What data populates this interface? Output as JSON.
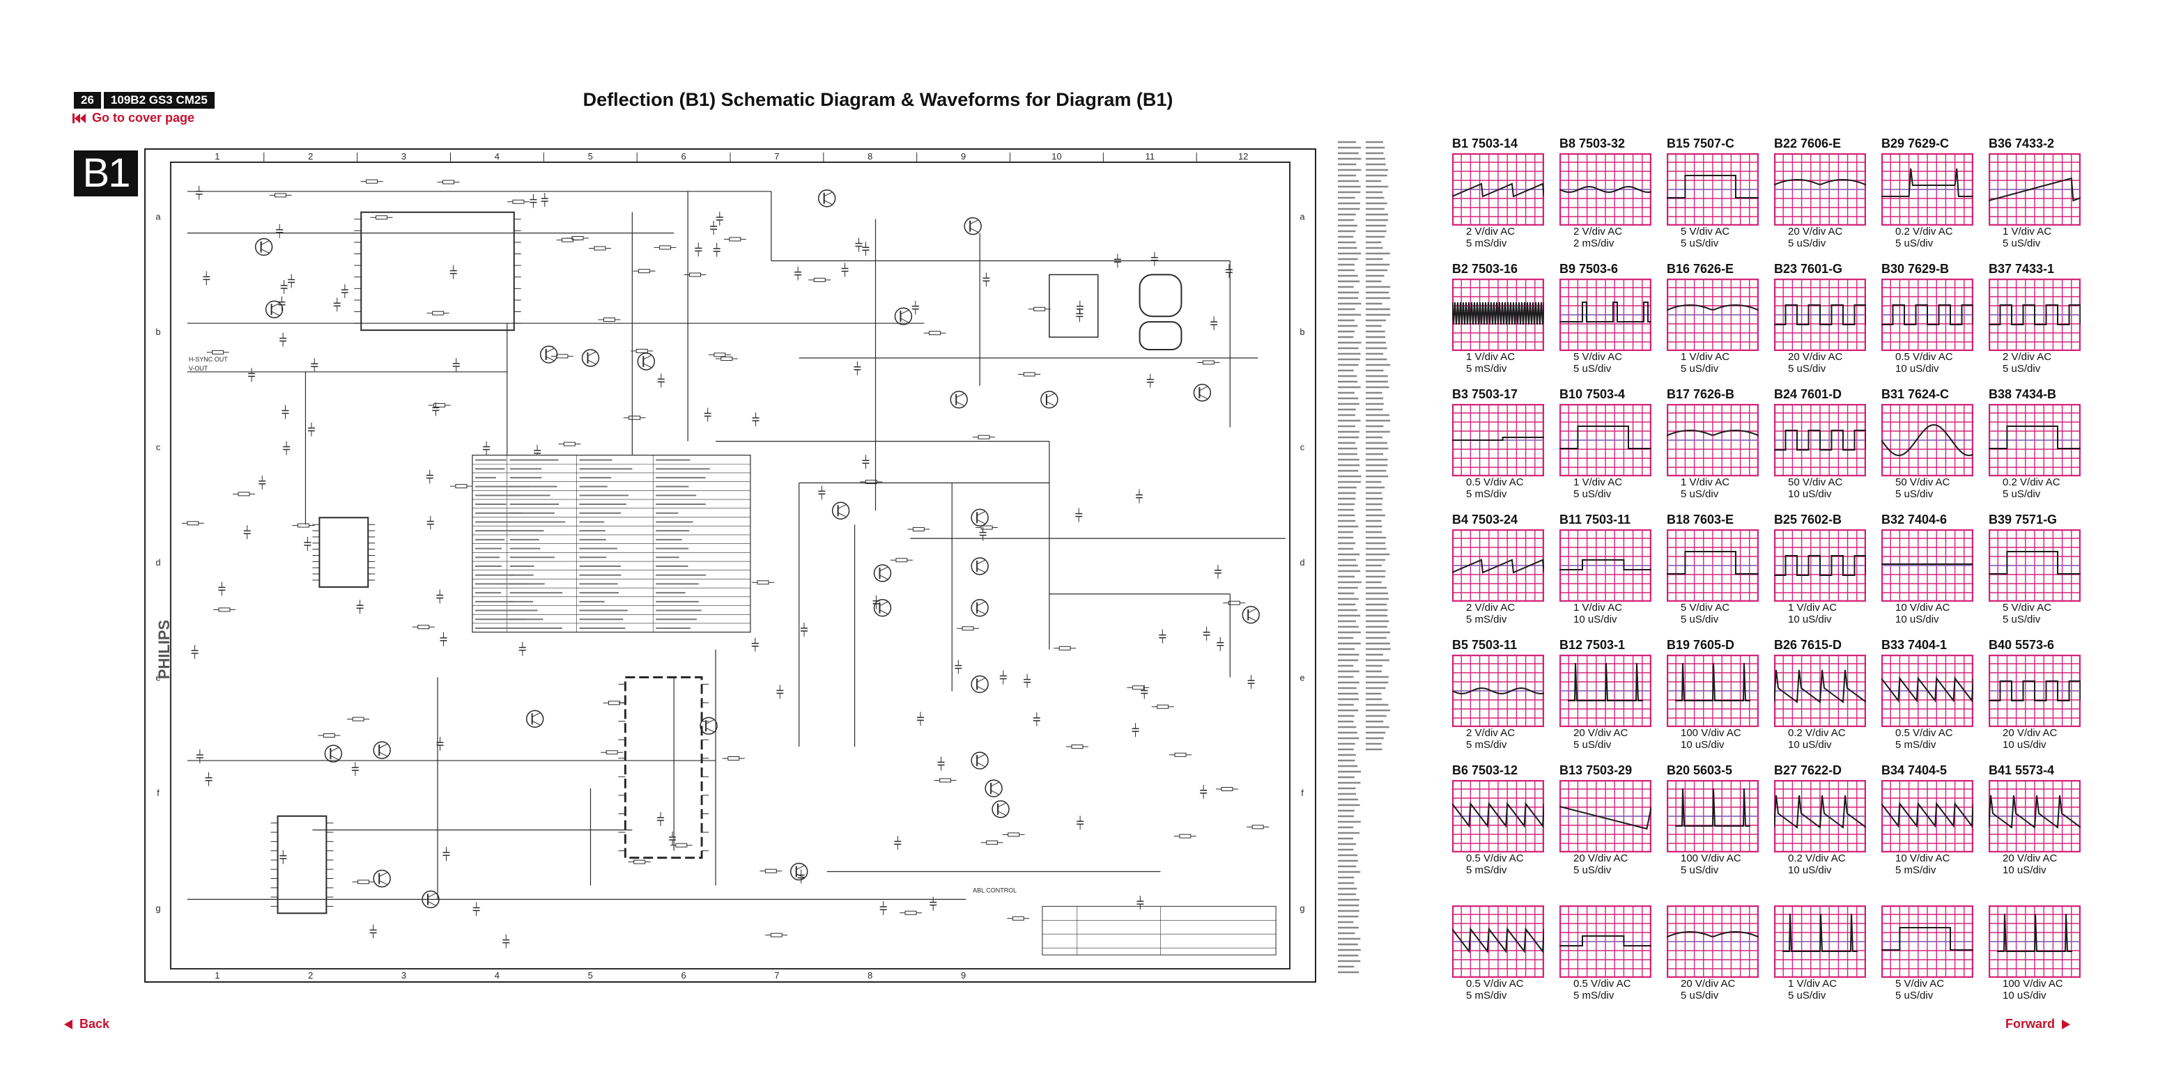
{
  "header": {
    "page_number": "26",
    "model": "109B2 GS3 CM25",
    "cover_link": "Go to cover page",
    "title": "Deflection (B1) Schematic Diagram & Waveforms for Diagram (B1)",
    "diagram_id": "B1"
  },
  "schematic": {
    "column_labels": [
      "1",
      "2",
      "3",
      "4",
      "5",
      "6",
      "7",
      "8",
      "9",
      "10",
      "11",
      "12"
    ],
    "row_labels": [
      "a",
      "b",
      "c",
      "d",
      "e",
      "f",
      "g"
    ],
    "bottom_column_labels": [
      "1",
      "2",
      "3",
      "4",
      "5",
      "6",
      "7",
      "8",
      "9"
    ],
    "brand": "PHILIPS",
    "signal_labels": [
      "H-SYNC OUT",
      "V-OUT",
      "ABL CONTROL"
    ]
  },
  "waveforms": [
    {
      "id": "B1",
      "ref": "7503-14",
      "volt": "2 V/div AC",
      "time": "5 mS/div",
      "shape": "sawtooth-slow"
    },
    {
      "id": "B8",
      "ref": "7503-32",
      "volt": "2 V/div AC",
      "time": "2 mS/div",
      "shape": "wavy"
    },
    {
      "id": "B15",
      "ref": "7507-C",
      "volt": "5 V/div AC",
      "time": "5 uS/div",
      "shape": "pulse-wide"
    },
    {
      "id": "B22",
      "ref": "7606-E",
      "volt": "20 V/div  AC",
      "time": "5 uS/div",
      "shape": "parabola"
    },
    {
      "id": "B29",
      "ref": "7629-C",
      "volt": "0.2 V/div AC",
      "time": "5 uS/div",
      "shape": "spike-pulse"
    },
    {
      "id": "B36",
      "ref": "7433-2",
      "volt": "1 V/div AC",
      "time": "5 uS/div",
      "shape": "ramp-up"
    },
    {
      "id": "B2",
      "ref": "7503-16",
      "volt": "1 V/div AC",
      "time": "5 mS/div",
      "shape": "dense"
    },
    {
      "id": "B9",
      "ref": "7503-6",
      "volt": "5 V/div AC",
      "time": "5 uS/div",
      "shape": "square-narrow"
    },
    {
      "id": "B16",
      "ref": "7626-E",
      "volt": "1 V/div AC",
      "time": "5 uS/div",
      "shape": "parabola"
    },
    {
      "id": "B23",
      "ref": "7601-G",
      "volt": "20 V/div AC",
      "time": "5 uS/div",
      "shape": "square"
    },
    {
      "id": "B30",
      "ref": "7629-B",
      "volt": "0.5 V/div AC",
      "time": "10 uS/div",
      "shape": "square"
    },
    {
      "id": "B37",
      "ref": "7433-1",
      "volt": "2 V/div AC",
      "time": "5 uS/div",
      "shape": "square"
    },
    {
      "id": "B3",
      "ref": "7503-17",
      "volt": "0.5 V/div AC",
      "time": "5 mS/div",
      "shape": "flat-step"
    },
    {
      "id": "B10",
      "ref": "7503-4",
      "volt": "1 V/div AC",
      "time": "5 uS/div",
      "shape": "pulse-wide"
    },
    {
      "id": "B17",
      "ref": "7626-B",
      "volt": "1 V/div AC",
      "time": "5 uS/div",
      "shape": "parabola"
    },
    {
      "id": "B24",
      "ref": "7601-D",
      "volt": "50 V/div AC",
      "time": "10 uS/div",
      "shape": "square"
    },
    {
      "id": "B31",
      "ref": "7624-C",
      "volt": "50 V/div AC",
      "time": "5 uS/div",
      "shape": "sine"
    },
    {
      "id": "B38",
      "ref": "7434-B",
      "volt": "0.2 V/div AC",
      "time": "5 uS/div",
      "shape": "pulse-wide"
    },
    {
      "id": "B4",
      "ref": "7503-24",
      "volt": "2 V/div AC",
      "time": "5 mS/div",
      "shape": "sawtooth-slow"
    },
    {
      "id": "B11",
      "ref": "7503-11",
      "volt": "1 V/div AC",
      "time": "10 uS/div",
      "shape": "step"
    },
    {
      "id": "B18",
      "ref": "7603-E",
      "volt": "5 V/div AC",
      "time": "5 uS/div",
      "shape": "pulse-wide"
    },
    {
      "id": "B25",
      "ref": "7602-B",
      "volt": "1 V/div AC",
      "time": "10 uS/div",
      "shape": "square"
    },
    {
      "id": "B32",
      "ref": "7404-6",
      "volt": "10 V/div AC",
      "time": "10 uS/div",
      "shape": "flat"
    },
    {
      "id": "B39",
      "ref": "7571-G",
      "volt": "5 V/div AC",
      "time": "5 uS/div",
      "shape": "pulse-wide"
    },
    {
      "id": "B5",
      "ref": "7503-11",
      "volt": "2 V/div AC",
      "time": "5 mS/div",
      "shape": "wavy"
    },
    {
      "id": "B12",
      "ref": "7503-1",
      "volt": "20 V/div AC",
      "time": "5 uS/div",
      "shape": "spike"
    },
    {
      "id": "B19",
      "ref": "7605-D",
      "volt": "100 V/div AC",
      "time": "10 uS/div",
      "shape": "spike"
    },
    {
      "id": "B26",
      "ref": "7615-D",
      "volt": "0.2 V/div AC",
      "time": "10 uS/div",
      "shape": "saw-spike"
    },
    {
      "id": "B33",
      "ref": "7404-1",
      "volt": "0.5 V/div AC",
      "time": "5 mS/div",
      "shape": "sawtooth-fast"
    },
    {
      "id": "B40",
      "ref": "5573-6",
      "volt": "20 V/div AC",
      "time": "10 uS/div",
      "shape": "square"
    },
    {
      "id": "B6",
      "ref": "7503-12",
      "volt": "0.5 V/div AC",
      "time": "5 mS/div",
      "shape": "sawtooth-fast"
    },
    {
      "id": "B13",
      "ref": "7503-29",
      "volt": "20 V/div AC",
      "time": "5 uS/div",
      "shape": "ramp-down"
    },
    {
      "id": "B20",
      "ref": "5603-5",
      "volt": "100 V/div AC",
      "time": "5 uS/div",
      "shape": "spike"
    },
    {
      "id": "B27",
      "ref": "7622-D",
      "volt": "0.2 V/div AC",
      "time": "10 uS/div",
      "shape": "saw-spike"
    },
    {
      "id": "B34",
      "ref": "7404-5",
      "volt": "10 V/div AC",
      "time": "5 mS/div",
      "shape": "sawtooth-fast"
    },
    {
      "id": "B41",
      "ref": "5573-4",
      "volt": "20 V/div AC",
      "time": "10 uS/div",
      "shape": "saw-spike"
    },
    {
      "id": "",
      "ref": "",
      "volt": "0.5 V/div AC",
      "time": "5 mS/div",
      "shape": "sawtooth-fast"
    },
    {
      "id": "",
      "ref": "",
      "volt": "0.5 V/div AC",
      "time": "5 mS/div",
      "shape": "step"
    },
    {
      "id": "",
      "ref": "",
      "volt": "20 V/div AC",
      "time": "5 uS/div",
      "shape": "parabola"
    },
    {
      "id": "",
      "ref": "",
      "volt": "1 V/div AC",
      "time": "5 uS/div",
      "shape": "spike"
    },
    {
      "id": "",
      "ref": "",
      "volt": "5 V/div AC",
      "time": "5 uS/div",
      "shape": "pulse-wide"
    },
    {
      "id": "",
      "ref": "",
      "volt": "100 V/div AC",
      "time": "10 uS/div",
      "shape": "spike"
    }
  ],
  "colors": {
    "scope_grid": "#d4237a",
    "trace": "#1a1a1a",
    "link": "#c8102e"
  },
  "footer": {
    "back_label": "Back",
    "forward_label": "Forward"
  }
}
